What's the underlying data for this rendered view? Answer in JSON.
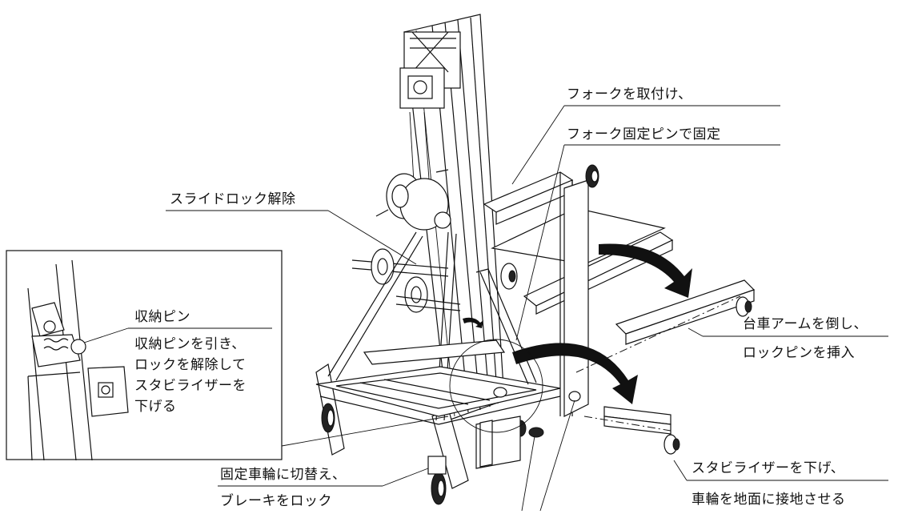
{
  "callouts": {
    "fork": {
      "line1": "フォークを取付け、",
      "line2": "フォーク固定ピンで固定"
    },
    "slide_lock": {
      "text": "スライドロック解除"
    },
    "storage_pin": {
      "title": "収納ピン",
      "lines": [
        "収納ピンを引き、",
        "ロックを解除して",
        "スタビライザーを",
        "下げる"
      ]
    },
    "arm": {
      "line1": "台車アームを倒し、",
      "line2": "ロックピンを挿入"
    },
    "caster": {
      "line1": "固定車輪に切替え、",
      "line2": "ブレーキをロック"
    },
    "stabilizer": {
      "line1": "スタビライザーを下げ、",
      "line2": "車輪を地面に接地させる"
    }
  },
  "colors": {
    "ink": "#111111",
    "background": "#ffffff"
  }
}
